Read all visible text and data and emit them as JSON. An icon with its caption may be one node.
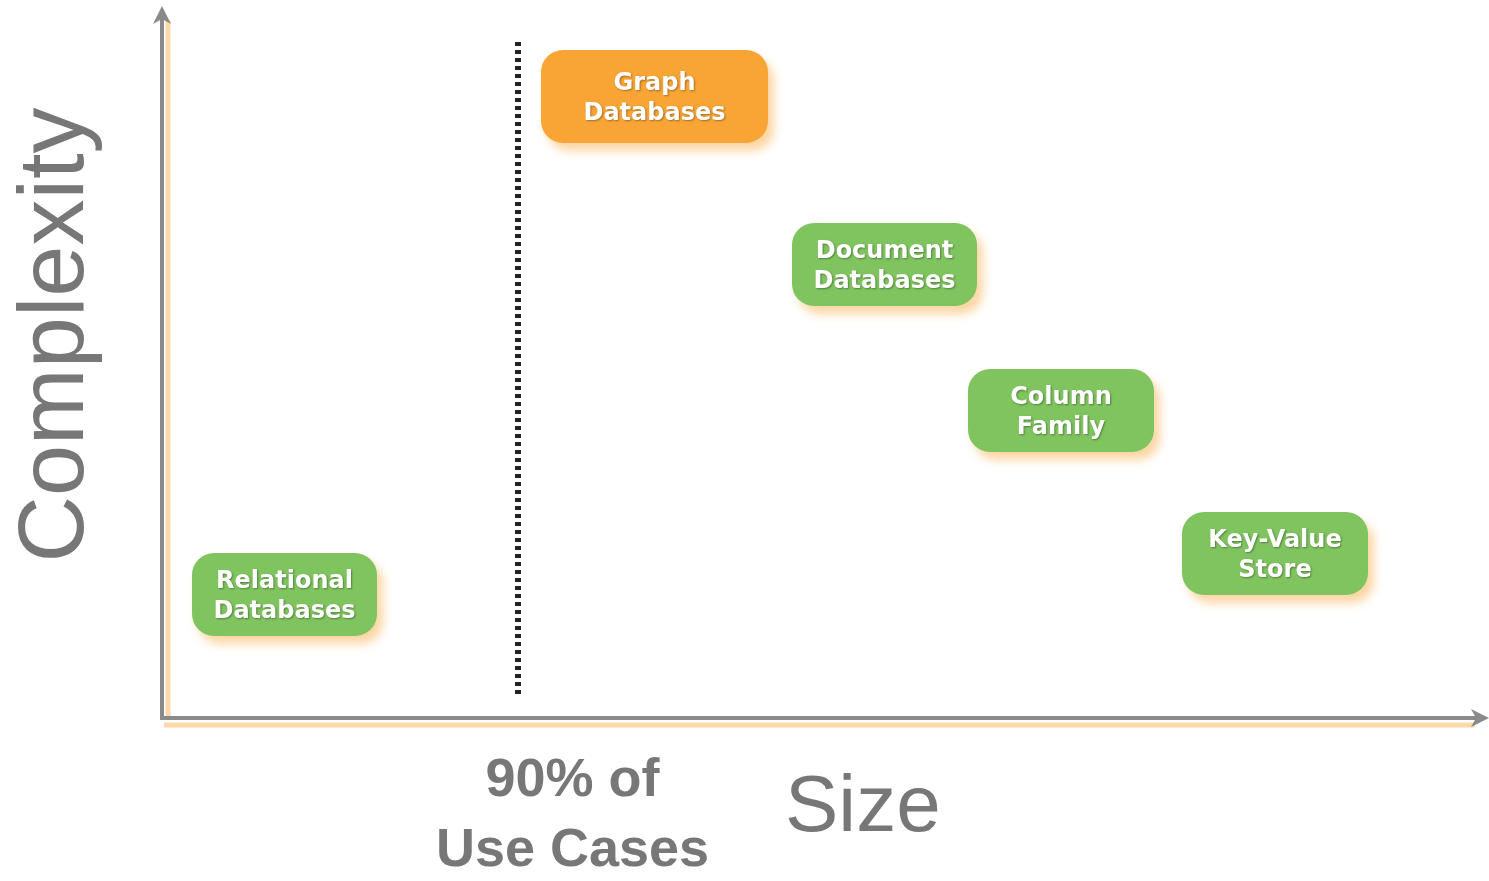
{
  "diagram": {
    "nodes": [
      {
        "text": [
          "Graph Databases"
        ]
      },
      {
        "text": [
          "Document Databases"
        ]
      },
      {
        "text": [
          "Column Family"
        ]
      },
      {
        "text": [
          "Key-Value Store"
        ]
      },
      {
        "text": [
          "Relational Databases"
        ]
      }
    ],
    "labels": [
      "Complexity",
      "90% of Use Cases",
      "Size"
    ]
  }
}
